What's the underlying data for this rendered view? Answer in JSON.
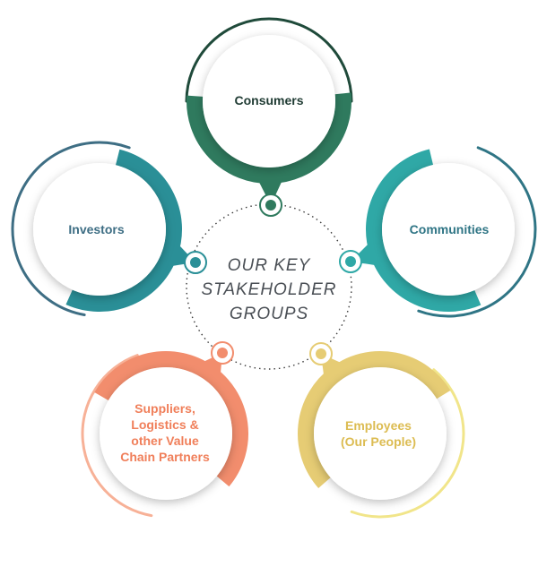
{
  "center": {
    "title": "OUR KEY\nSTAKEHOLDER\nGROUPS"
  },
  "nodes": [
    {
      "id": "consumers",
      "label": "Consumers",
      "color": "#2f7a5e",
      "dark": "#1f4a3a",
      "text_color": "#1f3b33"
    },
    {
      "id": "investors",
      "label": "Investors",
      "color": "#2a8f97",
      "dark": "#3e6e84",
      "text_color": "#3e6e84"
    },
    {
      "id": "communities",
      "label": "Communities",
      "color": "#2fa8a6",
      "dark": "#2f7585",
      "text_color": "#2f7585"
    },
    {
      "id": "suppliers",
      "label": "Suppliers,\nLogistics &\nother Value\nChain Partners",
      "color": "#f28d6d",
      "dark": "#f7b197",
      "text_color": "#f07f5a"
    },
    {
      "id": "employees",
      "label": "Employees\n(Our People)",
      "color": "#e6cc74",
      "dark": "#f1e58a",
      "text_color": "#dcbc52"
    }
  ]
}
